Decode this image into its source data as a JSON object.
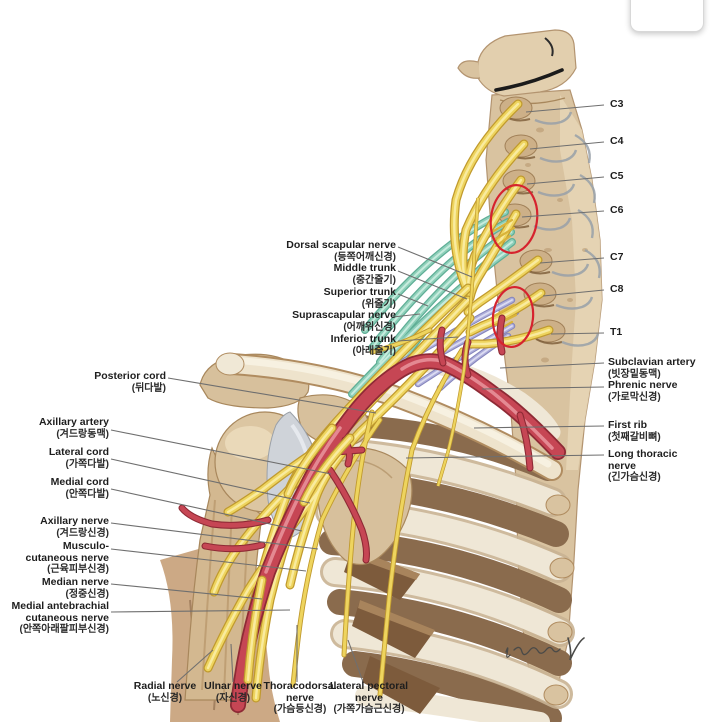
{
  "figure": {
    "subject": "Brachial plexus, cervical spine, shoulder and upper ribs",
    "colors": {
      "nerve_yellow": "#eed45e",
      "trunk_teal": "#8fd0ba",
      "inferior_trunk_lavender": "#aeaeda",
      "artery_red": "#c64654",
      "bone_tan": "#dcc6a2",
      "highlight_circle_red": "#d6232e",
      "leader_line_gray": "#6f6f6f"
    },
    "highlight_circles": 2
  },
  "labels": {
    "left": [
      {
        "en": "Dorsal scapular nerve",
        "kr": "(등쪽어깨신경)"
      },
      {
        "en": "Middle trunk",
        "kr": "(중간줄기)"
      },
      {
        "en": "Superior trunk",
        "kr": "(위줄기)"
      },
      {
        "en": "Suprascapular nerve",
        "kr": "(어깨위신경)"
      },
      {
        "en": "Inferior trunk",
        "kr": "(아래줄기)"
      },
      {
        "en": "Posterior cord",
        "kr": "(뒤다발)"
      },
      {
        "en": "Axillary artery",
        "kr": "(겨드랑동맥)"
      },
      {
        "en": "Lateral cord",
        "kr": "(가쪽다발)"
      },
      {
        "en": "Medial cord",
        "kr": "(안쪽다발)"
      },
      {
        "en": "Axillary nerve",
        "kr": "(겨드랑신경)"
      },
      {
        "en": "Musculo-\ncutaneous nerve",
        "kr": "(근육피부신경)"
      },
      {
        "en": "Median nerve",
        "kr": "(정중신경)"
      },
      {
        "en": "Medial antebrachial\ncutaneous nerve",
        "kr": "(안쪽아래팔피부신경)"
      }
    ],
    "right": [
      {
        "en": "C3",
        "kr": ""
      },
      {
        "en": "C4",
        "kr": ""
      },
      {
        "en": "C5",
        "kr": ""
      },
      {
        "en": "C6",
        "kr": ""
      },
      {
        "en": "C7",
        "kr": ""
      },
      {
        "en": "C8",
        "kr": ""
      },
      {
        "en": "T1",
        "kr": ""
      },
      {
        "en": "Subclavian artery",
        "kr": "(빗장밑동맥)"
      },
      {
        "en": "Phrenic nerve",
        "kr": "(가로막신경)"
      },
      {
        "en": "First rib",
        "kr": "(첫째갈비뼈)"
      },
      {
        "en": "Long thoracic\nnerve",
        "kr": "(긴가슴신경)"
      }
    ],
    "bottom": [
      {
        "en": "Radial nerve",
        "kr": "(노신경)"
      },
      {
        "en": "Ulnar nerve",
        "kr": "(자신경)"
      },
      {
        "en": "Thoracodorsal\nnerve",
        "kr": "(가슴등신경)"
      },
      {
        "en": "Lateral pectoral\nnerve",
        "kr": "(가쪽가슴근신경)"
      }
    ]
  }
}
